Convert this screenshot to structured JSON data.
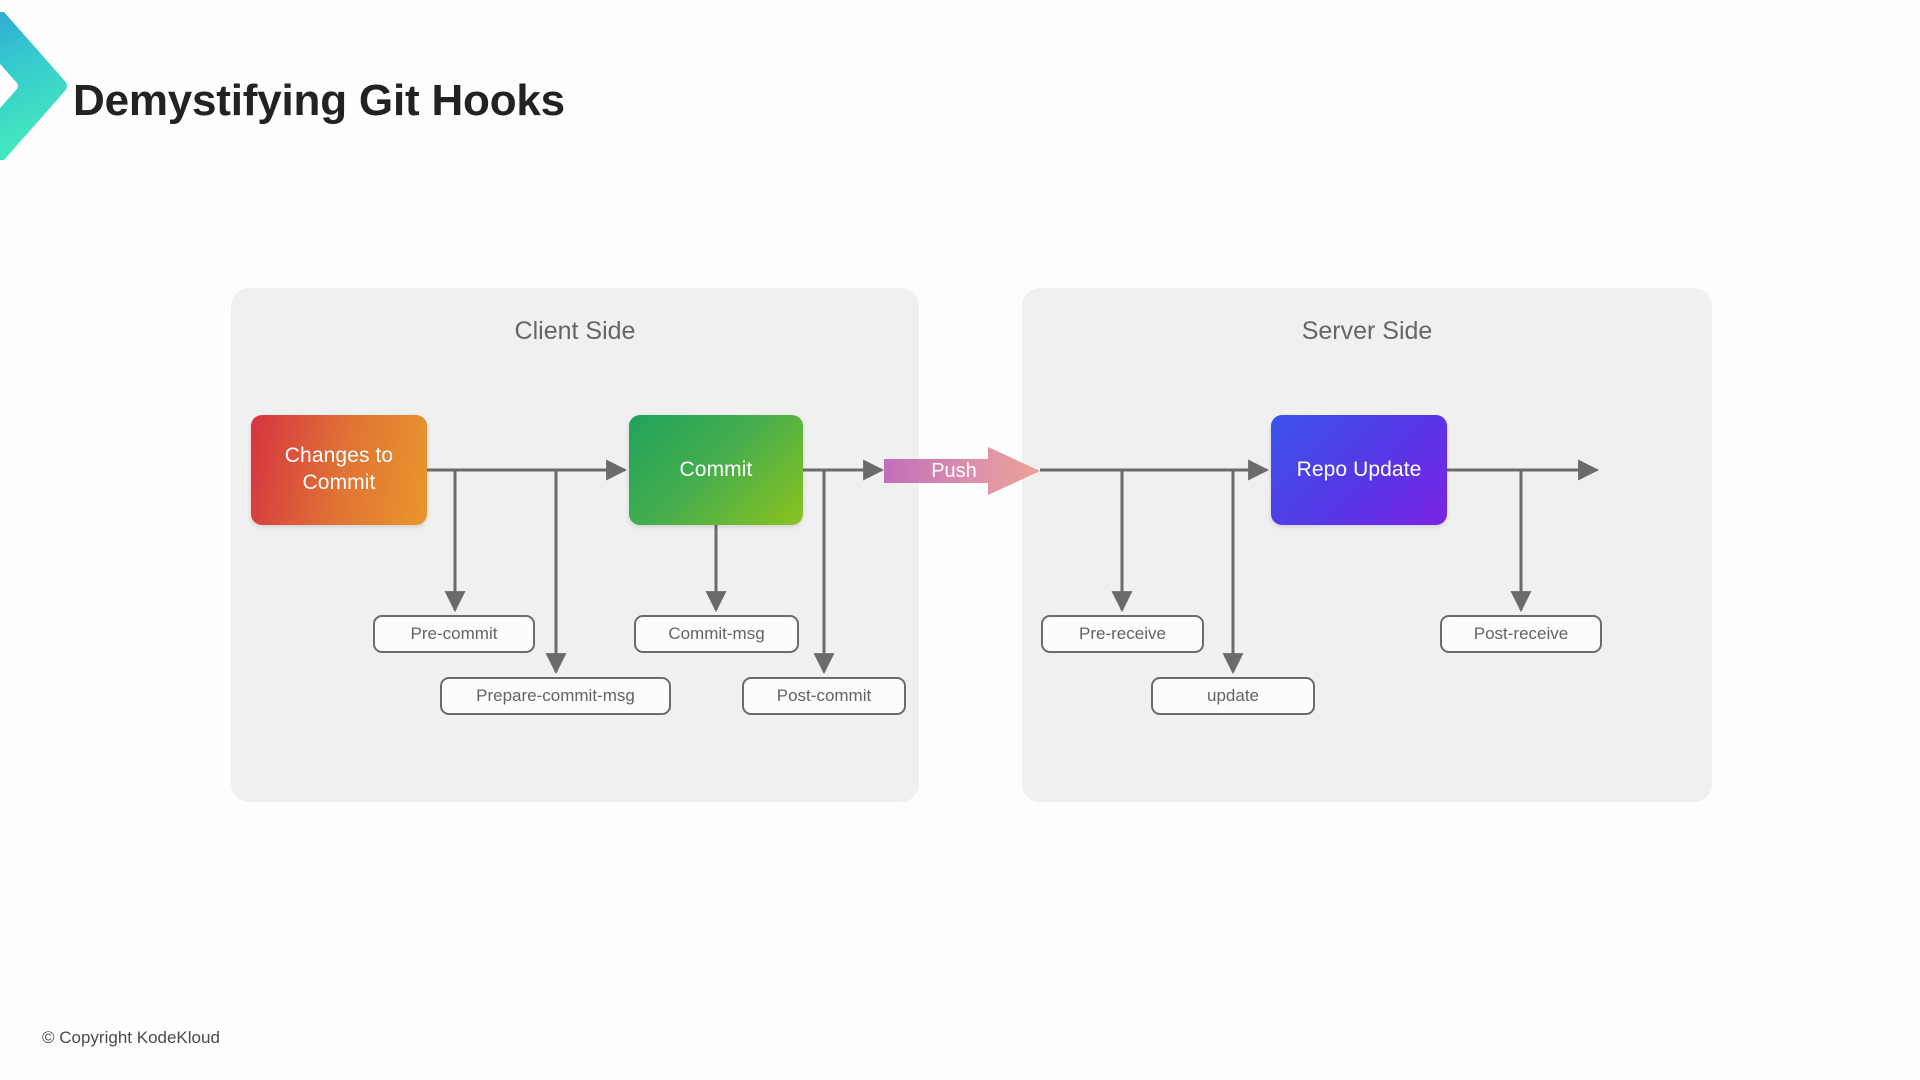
{
  "header": {
    "title": "Demystifying Git Hooks",
    "logo_icon": "chevron-right-logo",
    "logo_gradient_from": "#2fa8d8",
    "logo_gradient_to": "#3fe6c4"
  },
  "diagram": {
    "type": "flowchart",
    "panels": [
      {
        "id": "client",
        "title": "Client Side",
        "background": "#f0f0f0"
      },
      {
        "id": "server",
        "title": "Server Side",
        "background": "#f0f0f0"
      }
    ],
    "nodes": [
      {
        "id": "changes",
        "label": "Changes to Commit",
        "panel": "client",
        "gradient_from": "#d63440",
        "gradient_to": "#e9962b"
      },
      {
        "id": "commit",
        "label": "Commit",
        "panel": "client",
        "gradient_from": "#1fa35b",
        "gradient_to": "#8cc220"
      },
      {
        "id": "repo",
        "label": "Repo Update",
        "panel": "server",
        "gradient_from": "#3b53ea",
        "gradient_to": "#7b23e4"
      }
    ],
    "transition": {
      "id": "push",
      "label": "Push",
      "shape": "block-arrow-right",
      "gradient_from": "#c472b8",
      "gradient_to": "#e9a094"
    },
    "hooks": [
      {
        "id": "pre-commit",
        "label": "Pre-commit",
        "panel": "client",
        "source": "changes"
      },
      {
        "id": "prepare-commit-msg",
        "label": "Prepare-commit-msg",
        "panel": "client",
        "source": "changes"
      },
      {
        "id": "commit-msg",
        "label": "Commit-msg",
        "panel": "client",
        "source": "commit"
      },
      {
        "id": "post-commit",
        "label": "Post-commit",
        "panel": "client",
        "source": "commit"
      },
      {
        "id": "pre-receive",
        "label": "Pre-receive",
        "panel": "server",
        "source": "push"
      },
      {
        "id": "update",
        "label": "update",
        "panel": "server",
        "source": "push"
      },
      {
        "id": "post-receive",
        "label": "Post-receive",
        "panel": "server",
        "source": "repo"
      }
    ],
    "connector_color": "#6b6b6b"
  },
  "footer": {
    "copyright": "© Copyright KodeKloud"
  }
}
